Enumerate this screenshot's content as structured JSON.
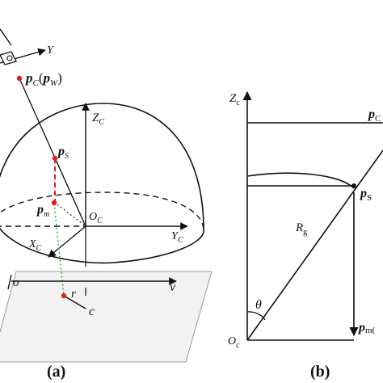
{
  "panel_a": {
    "caption": "(a)",
    "camera_axis_y": "Y",
    "pc_label": "p",
    "pc_sub": "C",
    "pc_paren_open": "(",
    "pw_label": "p",
    "pw_sub": "W",
    "pc_paren_close": ")",
    "zc_label": "Z",
    "zc_sub": "C",
    "ps_label": "p",
    "ps_sub": "S",
    "pm_label": "p",
    "pm_sub": "m",
    "oc_label": "O",
    "oc_sub": "C",
    "xc_label": "X",
    "xc_sub": "C",
    "yc_label": "Y",
    "yc_sub": "C",
    "o_label": "o",
    "v_label": "v",
    "r_label": "r",
    "c_label": "c"
  },
  "panel_b": {
    "caption": "(b)",
    "zc_label": "Z",
    "zc_sub": "c",
    "pc_label": "p",
    "pc_sub": "C",
    "ps_label": "p",
    "ps_sub": "S",
    "rg_label": "R",
    "rg_sub": "g",
    "theta_label": "θ",
    "oc_label": "O",
    "oc_sub": "c",
    "pm_label": "p",
    "pm_sub": "m("
  },
  "colors": {
    "stroke": "#111111",
    "accent_red": "#e0201c",
    "accent_green": "#2aa02a",
    "plane_fill": "#f2f2f2"
  }
}
